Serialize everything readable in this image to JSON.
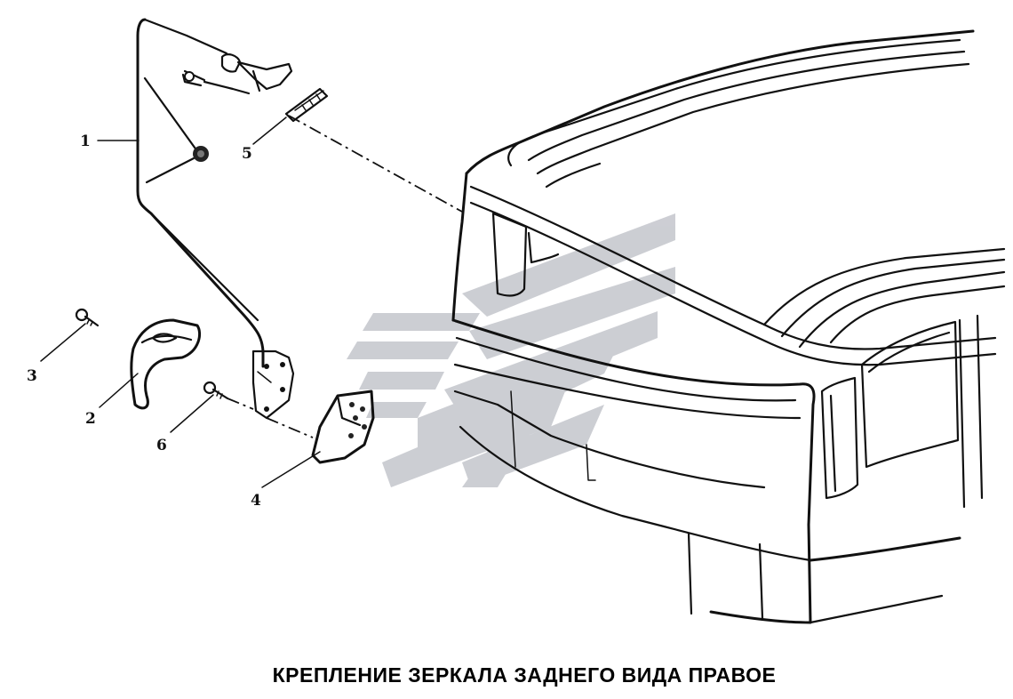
{
  "caption": "КРЕПЛЕНИЕ ЗЕРКАЛА ЗАДНЕГО ВИДА ПРАВОЕ",
  "callouts": [
    {
      "id": "1",
      "label": "1"
    },
    {
      "id": "2",
      "label": "2"
    },
    {
      "id": "3",
      "label": "3"
    },
    {
      "id": "4",
      "label": "4"
    },
    {
      "id": "5",
      "label": "5"
    },
    {
      "id": "6",
      "label": "6"
    }
  ],
  "colors": {
    "line": "#111111",
    "watermark": "#c4c6cc",
    "background": "#ffffff"
  }
}
